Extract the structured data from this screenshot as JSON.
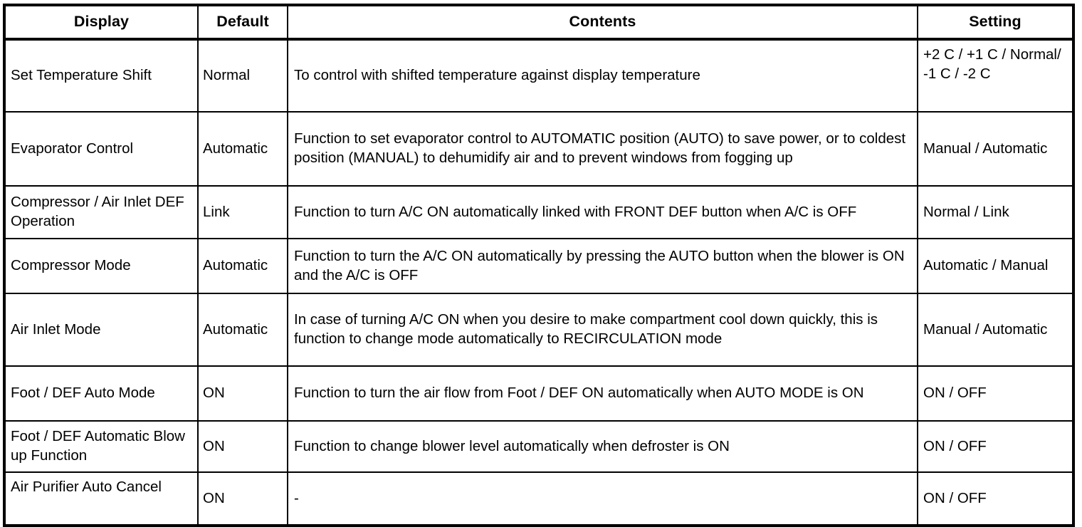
{
  "table": {
    "columns": [
      {
        "key": "display",
        "label": "Display"
      },
      {
        "key": "default",
        "label": "Default"
      },
      {
        "key": "contents",
        "label": "Contents"
      },
      {
        "key": "setting",
        "label": "Setting"
      }
    ],
    "rows": [
      {
        "display": "Set Temperature Shift",
        "default": "Normal",
        "contents": "To control with shifted temperature against display temperature",
        "setting": "+2 C / +1 C / Normal/ -1 C / -2 C"
      },
      {
        "display": "Evaporator Control",
        "default": "Automatic",
        "contents": "Function to set evaporator control to AUTOMATIC position (AUTO) to save power, or to coldest position (MANUAL) to dehumidify air and to prevent windows from fogging up",
        "setting": "Manual / Automatic"
      },
      {
        "display": "Compressor / Air Inlet DEF Operation",
        "default": "Link",
        "contents": "Function to turn A/C ON automatically linked with FRONT DEF button when A/C is OFF",
        "setting": "Normal / Link"
      },
      {
        "display": "Compressor Mode",
        "default": "Automatic",
        "contents": "Function to turn the A/C ON automatically by pressing the AUTO button when the blower is ON and the A/C is OFF",
        "setting": "Automatic / Manual"
      },
      {
        "display": "Air Inlet Mode",
        "default": "Automatic",
        "contents": "In case of turning A/C ON when you desire to make compartment cool down quickly, this is function to change mode automatically to RECIRCULATION mode",
        "setting": "Manual / Automatic"
      },
      {
        "display": "Foot / DEF Auto Mode",
        "default": "ON",
        "contents": "Function to turn the air flow from Foot / DEF ON automatically when AUTO MODE is ON",
        "setting": "ON / OFF"
      },
      {
        "display": "Foot / DEF Automatic Blow up Function",
        "default": "ON",
        "contents": "Function to change blower level automatically when defroster is ON",
        "setting": "ON / OFF"
      },
      {
        "display": "Air Purifier Auto Cancel",
        "default": "ON",
        "contents": "-",
        "setting": "ON / OFF"
      }
    ]
  },
  "style": {
    "border_color": "#000000",
    "background_color": "#ffffff",
    "text_color": "#000000"
  }
}
